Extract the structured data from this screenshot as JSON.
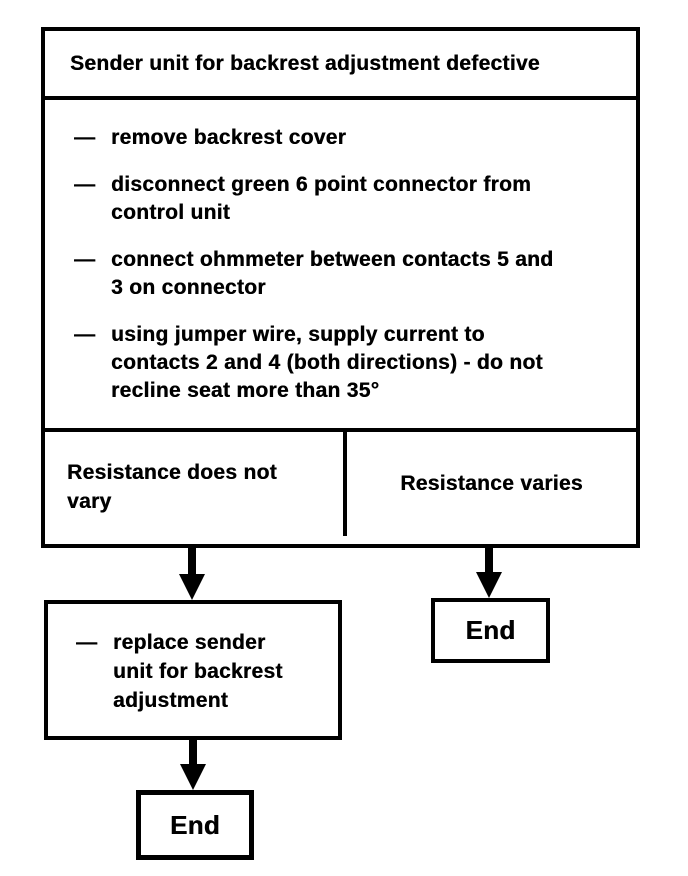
{
  "flowchart": {
    "dash": "—",
    "title": "Sender unit for backrest adjustment defective",
    "steps": [
      {
        "lines": [
          "remove backrest cover"
        ]
      },
      {
        "lines": [
          "disconnect green 6 point connector from",
          "control unit"
        ]
      },
      {
        "lines": [
          "connect ohmmeter between contacts 5 and",
          "3 on connector"
        ]
      },
      {
        "lines": [
          "using jumper wire, supply current to",
          "contacts 2 and 4 (both directions) - do not",
          "recline seat more than 35°"
        ]
      }
    ],
    "outcome_left": {
      "lines": [
        "Resistance does not",
        "vary"
      ]
    },
    "outcome_right": "Resistance varies",
    "action": {
      "lines": [
        "replace sender",
        "unit for backrest",
        "adjustment"
      ]
    },
    "end_label_right": "End",
    "end_label_bottom": "End",
    "colors": {
      "ink": "#000000",
      "paper": "#ffffff"
    }
  }
}
